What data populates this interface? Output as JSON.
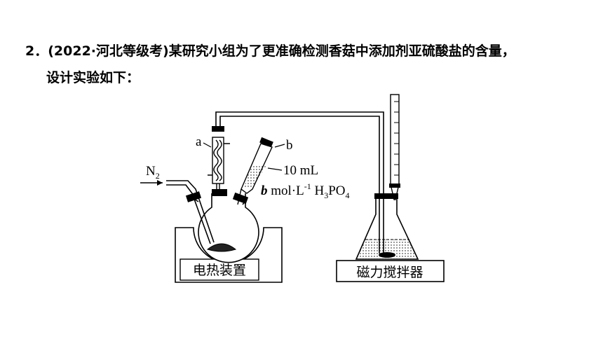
{
  "question": {
    "number": "2．",
    "source": "(2022·河北等级考)",
    "text_line1": "某研究小组为了更准确检测香菇中添加剂亚硫酸盐的含量，",
    "text_line2": "设计实验如下："
  },
  "diagram": {
    "label_a": "a",
    "label_b": "b",
    "gas_main": "N",
    "gas_sub": "2",
    "volume": "10 mL",
    "reagent_conc_var": "b",
    "reagent_conc_unit": " mol·L",
    "reagent_conc_exp": "-1",
    "reagent_h": " H",
    "reagent_sub1": "3",
    "reagent_po": "PO",
    "reagent_sub2": "4",
    "heater_label": "电热装置",
    "stirrer_label": "磁力搅拌器"
  }
}
